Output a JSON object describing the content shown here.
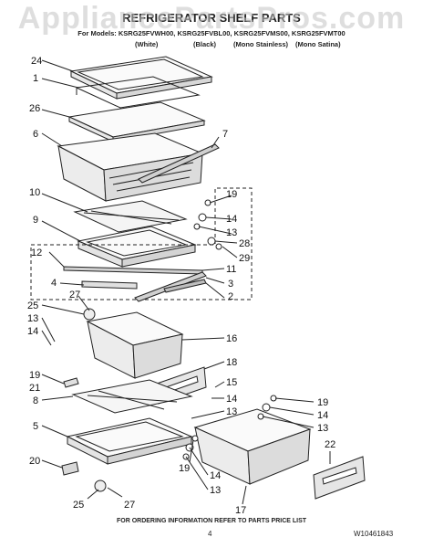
{
  "watermark": "AppliancePartsPros.com",
  "title": "REFRIGERATOR SHELF PARTS",
  "models_line": "For Models: KSRG25FVWH00, KSRG25FVBL00, KSRG25FVMS00, KSRG25FVMT00",
  "variants": [
    "(White)",
    "(Black)",
    "(Mono Stainless)",
    "(Mono Satina)"
  ],
  "callouts": {
    "c24": "24",
    "c1": "1",
    "c26": "26",
    "c6": "6",
    "c7": "7",
    "c10": "10",
    "c9": "9",
    "c19a": "19",
    "c14a": "14",
    "c13a": "13",
    "c28": "28",
    "c29": "29",
    "c12": "12",
    "c11": "11",
    "c4": "4",
    "c3": "3",
    "c2": "2",
    "c27a": "27",
    "c25a": "25",
    "c13b": "13",
    "c14b": "14",
    "c16": "16",
    "c19b": "19",
    "c18": "18",
    "c21": "21",
    "c15": "15",
    "c8": "8",
    "c14c": "14",
    "c13c": "13",
    "c5": "5",
    "c19c": "19",
    "c14d": "14",
    "c13d": "13",
    "c22": "22",
    "c20": "20",
    "c19d": "19",
    "c14e": "14",
    "c13e": "13",
    "c25b": "25",
    "c27b": "27",
    "c17": "17"
  },
  "footer": "FOR ORDERING INFORMATION REFER TO PARTS PRICE LIST",
  "page_number": "4",
  "doc_number": "W10461843"
}
